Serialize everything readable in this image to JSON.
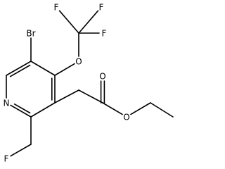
{
  "molecule": {
    "atoms": [
      {
        "id": "c_br",
        "symbol": ""
      },
      {
        "id": "c_ocf3",
        "symbol": ""
      },
      {
        "id": "c_ring_sub",
        "symbol": ""
      },
      {
        "id": "c_ch2f",
        "symbol": ""
      },
      {
        "id": "n1",
        "symbol": "N"
      },
      {
        "id": "c_h",
        "symbol": ""
      },
      {
        "id": "br",
        "symbol": "Br"
      },
      {
        "id": "o_ether",
        "symbol": "O"
      },
      {
        "id": "c_cf3",
        "symbol": ""
      },
      {
        "id": "f_top_left",
        "symbol": "F"
      },
      {
        "id": "f_top_right",
        "symbol": "F"
      },
      {
        "id": "f_right",
        "symbol": "F"
      },
      {
        "id": "c_ch2",
        "symbol": ""
      },
      {
        "id": "c_carbonyl",
        "symbol": ""
      },
      {
        "id": "o_carbonyl",
        "symbol": "O"
      },
      {
        "id": "o_ester",
        "symbol": "O"
      },
      {
        "id": "c_ethyl1",
        "symbol": ""
      },
      {
        "id": "c_ethyl2",
        "symbol": ""
      },
      {
        "id": "c_fch2",
        "symbol": ""
      },
      {
        "id": "f_left",
        "symbol": "F"
      }
    ],
    "bonds": [
      {
        "a": "c_br",
        "b": "c_ocf3",
        "order": 1
      },
      {
        "a": "c_ocf3",
        "b": "c_ring_sub",
        "order": 2
      },
      {
        "a": "c_ring_sub",
        "b": "c_ch2f",
        "order": 1
      },
      {
        "a": "c_ch2f",
        "b": "n1",
        "order": 2
      },
      {
        "a": "n1",
        "b": "c_h",
        "order": 1
      },
      {
        "a": "c_h",
        "b": "c_br",
        "order": 2
      },
      {
        "a": "c_br",
        "b": "br",
        "order": 1
      },
      {
        "a": "c_ocf3",
        "b": "o_ether",
        "order": 1
      },
      {
        "a": "o_ether",
        "b": "c_cf3",
        "order": 1
      },
      {
        "a": "c_cf3",
        "b": "f_top_left",
        "order": 1
      },
      {
        "a": "c_cf3",
        "b": "f_top_right",
        "order": 1
      },
      {
        "a": "c_cf3",
        "b": "f_right",
        "order": 1
      },
      {
        "a": "c_ring_sub",
        "b": "c_ch2",
        "order": 1
      },
      {
        "a": "c_ch2",
        "b": "c_carbonyl",
        "order": 1
      },
      {
        "a": "c_carbonyl",
        "b": "o_carbonyl",
        "order": 2
      },
      {
        "a": "c_carbonyl",
        "b": "o_ester",
        "order": 1
      },
      {
        "a": "o_ester",
        "b": "c_ethyl1",
        "order": 1
      },
      {
        "a": "c_ethyl1",
        "b": "c_ethyl2",
        "order": 1
      },
      {
        "a": "c_ch2f",
        "b": "c_fch2",
        "order": 1
      },
      {
        "a": "c_fch2",
        "b": "f_left",
        "order": 1
      }
    ]
  }
}
